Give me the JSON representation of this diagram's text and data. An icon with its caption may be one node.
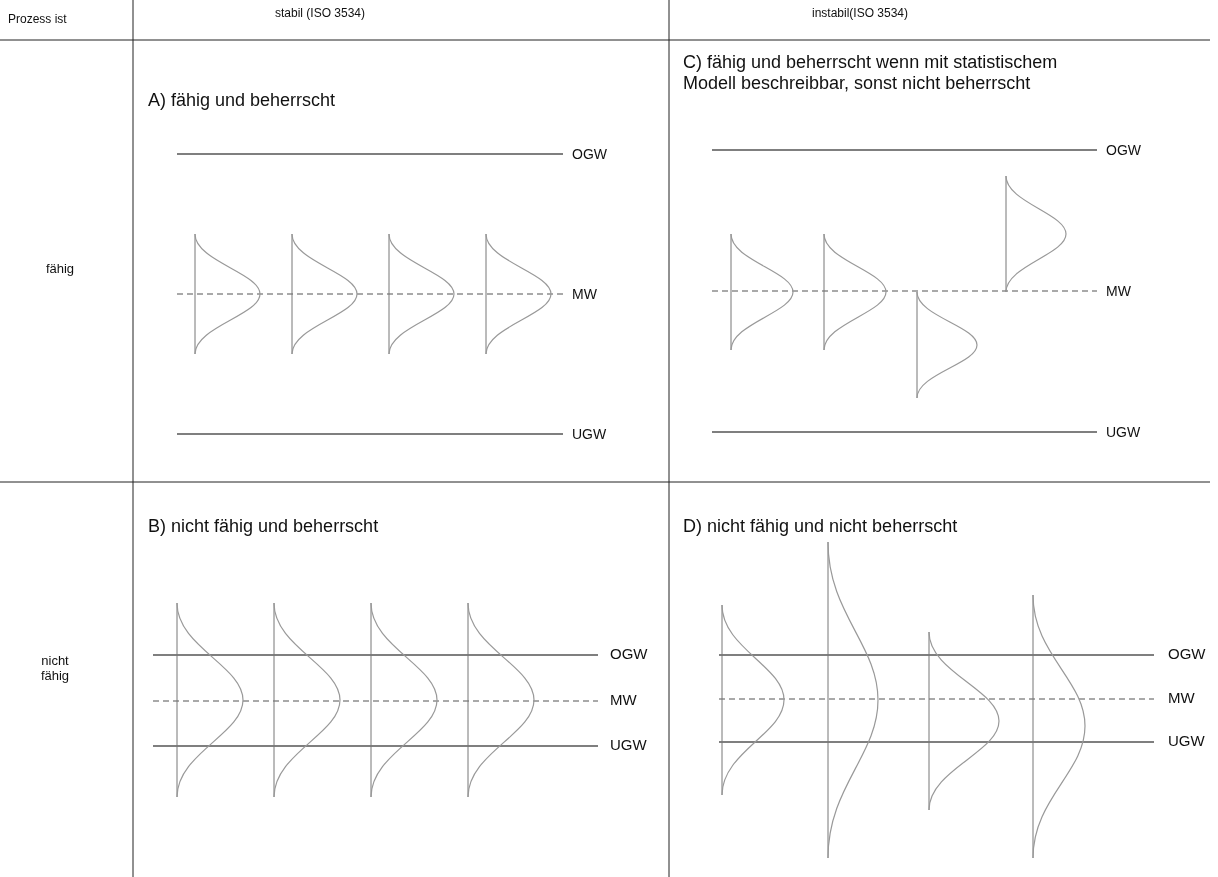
{
  "diagram": {
    "labels": [
      "Prozess ist",
      "stabil (ISO 3534)",
      "instabil(ISO 3534)",
      "A) fähig und beherrscht",
      "C) fähig und beherrscht wenn mit statistischem Modell beschreibbar, sonst nicht beherrscht",
      "OGW",
      "OGW",
      "fähig",
      "MW",
      "MW",
      "UGW",
      "UGW",
      "B) nicht fähig und beherrscht",
      "D) nicht fähig und nicht beherrscht",
      "OGW",
      "OGW",
      "nicht fähig",
      "MW",
      "MW",
      "UGW",
      "UGW"
    ]
  }
}
